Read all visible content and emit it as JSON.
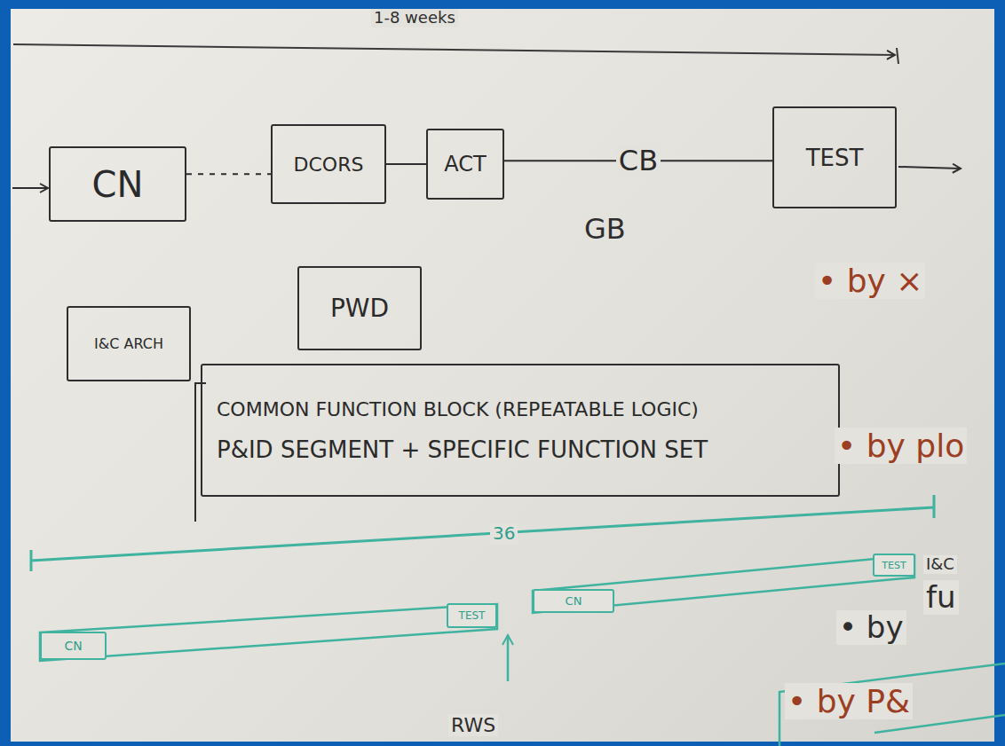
{
  "diagram": {
    "nodes": [
      {
        "text": [
          "CN"
        ]
      },
      {
        "text": [
          "DCORS"
        ]
      },
      {
        "text": [
          "ACT"
        ]
      },
      {
        "text": [
          "TEST"
        ]
      },
      {
        "text": [
          "I&C ARCH"
        ]
      },
      {
        "text": [
          "PWD"
        ]
      },
      {
        "text": [
          "COMMON FUNCTION BLOCK (REPEATABLE LOGIC)",
          "P&ID SEGMENT + SPECIFIC FUNCTION SET"
        ]
      },
      {
        "text": [
          "CN"
        ]
      },
      {
        "text": [
          "TEST"
        ]
      },
      {
        "text": [
          "CN"
        ]
      },
      {
        "text": [
          "TEST"
        ]
      }
    ],
    "edges": [
      {
        "from": 0,
        "to": 1,
        "arrow": "none"
      },
      {
        "from": 1,
        "to": 2,
        "arrow": "none"
      },
      {
        "from": 2,
        "to": 3,
        "label": "CB",
        "arrow": "none"
      }
    ],
    "labels": [
      "1-8 weeks",
      "GB",
      "• by ×",
      "• by plo",
      "36",
      "I&C",
      "• by",
      "fu",
      "• by P&",
      "RWS"
    ]
  }
}
